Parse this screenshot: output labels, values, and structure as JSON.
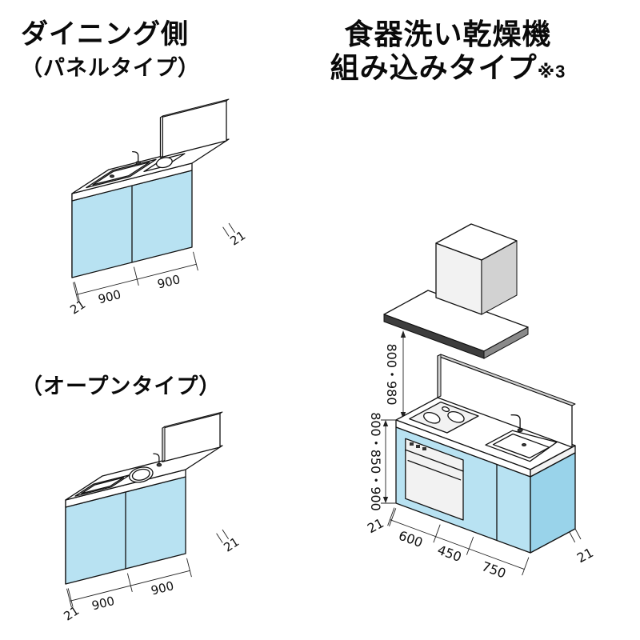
{
  "titles": {
    "dining_side": "ダイニング側",
    "panel_type": "（パネルタイプ）",
    "open_type": "（オープンタイプ）",
    "dishwasher_line1": "食器洗い乾燥機",
    "dishwasher_line2": "組み込みタイプ",
    "dishwasher_note": "※3"
  },
  "drawings": {
    "panel_type": {
      "label": "ダイニング側（パネルタイプ）",
      "dims": {
        "left_end": "21",
        "module1": "900",
        "module2": "900",
        "panel_thickness": "21"
      }
    },
    "open_type": {
      "label": "ダイニング側（オープンタイプ）",
      "dims": {
        "left_end": "21",
        "module1": "900",
        "module2": "900",
        "panel_thickness": "21"
      }
    },
    "dishwasher_type": {
      "label": "食器洗い乾燥機組み込みタイプ",
      "dims": {
        "left_end": "21",
        "module1": "600",
        "module2": "450",
        "module3": "750",
        "panel_thickness": "21",
        "hood_clearance": "800・980",
        "counter_height": "800・850・900"
      }
    }
  },
  "colors": {
    "cabinet_front": "#b8e2f2",
    "cabinet_side": "#99d3ea",
    "outline": "#111111",
    "hood_plate": "#3d3d3d",
    "background": "#ffffff"
  }
}
